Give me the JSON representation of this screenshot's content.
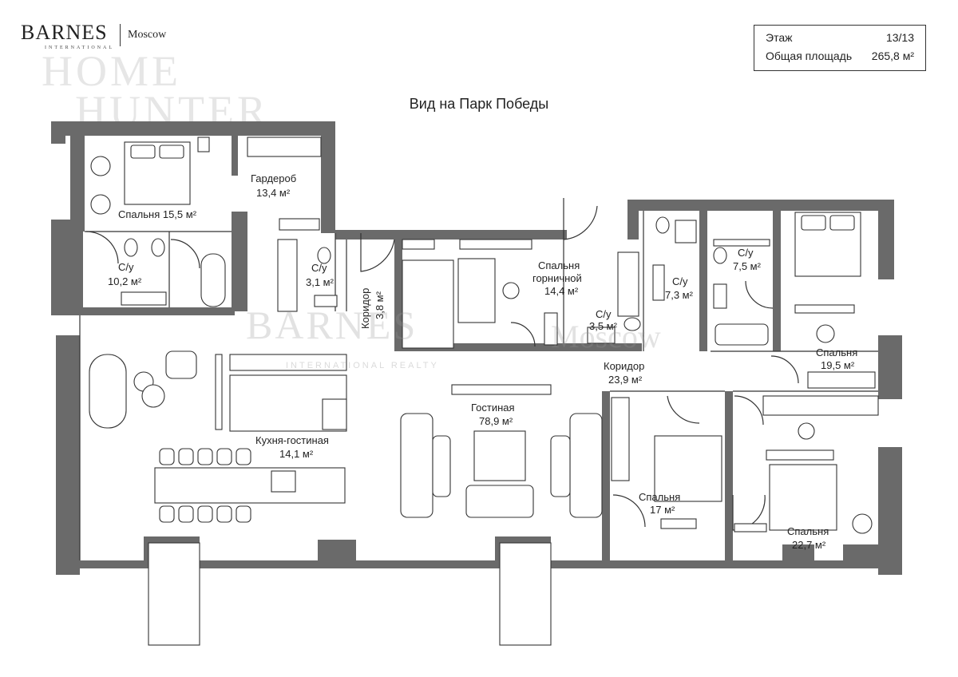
{
  "brand": {
    "name": "BARNES",
    "subname": "INTERNATIONAL",
    "city": "Moscow",
    "watermark_home": "HOME",
    "watermark_hunter": "HUNTER"
  },
  "watermark": {
    "text": "BARNES",
    "city": "Moscow",
    "sub": "INTERNATIONAL REALTY"
  },
  "info": {
    "floor_label": "Этаж",
    "floor_value": "13/13",
    "area_label": "Общая площадь",
    "area_value": "265,8 м²"
  },
  "view_title": "Вид на Парк Победы",
  "rooms": {
    "bedroom1": {
      "name": "Спальня 15,5 м²"
    },
    "wardrobe": {
      "name": "Гардероб",
      "area": "13,4 м²"
    },
    "bath1": {
      "name": "С/у",
      "area": "10,2 м²"
    },
    "bath2": {
      "name": "С/у",
      "area": "3,1 м²"
    },
    "corridor1": {
      "name": "Коридор",
      "area": "3,8 м²"
    },
    "maid": {
      "name1": "Спальня",
      "name2": "горничной",
      "area": "14,4 м²"
    },
    "bath3": {
      "name": "С/у",
      "area": "3,5 м²"
    },
    "bath4": {
      "name": "С/у",
      "area": "7,3 м²"
    },
    "bath5": {
      "name": "С/у",
      "area": "7,5 м²"
    },
    "bedroom2": {
      "name": "Спальня",
      "area": "19,5 м²"
    },
    "corridor2": {
      "name": "Коридор",
      "area": "23,9 м²"
    },
    "kitchen": {
      "name": "Кухня-гостиная",
      "area": "14,1 м²"
    },
    "living": {
      "name": "Гостиная",
      "area": "78,9 м²"
    },
    "bedroom3": {
      "name": "Спальня",
      "area": "17 м²"
    },
    "bedroom4": {
      "name": "Спальня",
      "area": "22,7 м²"
    }
  }
}
